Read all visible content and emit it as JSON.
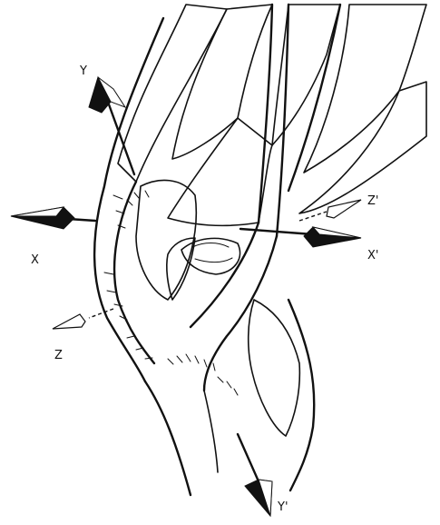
{
  "labels": {
    "x": "X",
    "x_prime": "X'",
    "y": "Y",
    "y_prime": "Y'",
    "z": "Z",
    "z_prime": "Z'"
  },
  "colors": {
    "ink": "#111111",
    "background": "#ffffff"
  },
  "icons": {
    "arrow_solid": "solid-arrowhead",
    "arrow_open": "open-arrowhead"
  }
}
